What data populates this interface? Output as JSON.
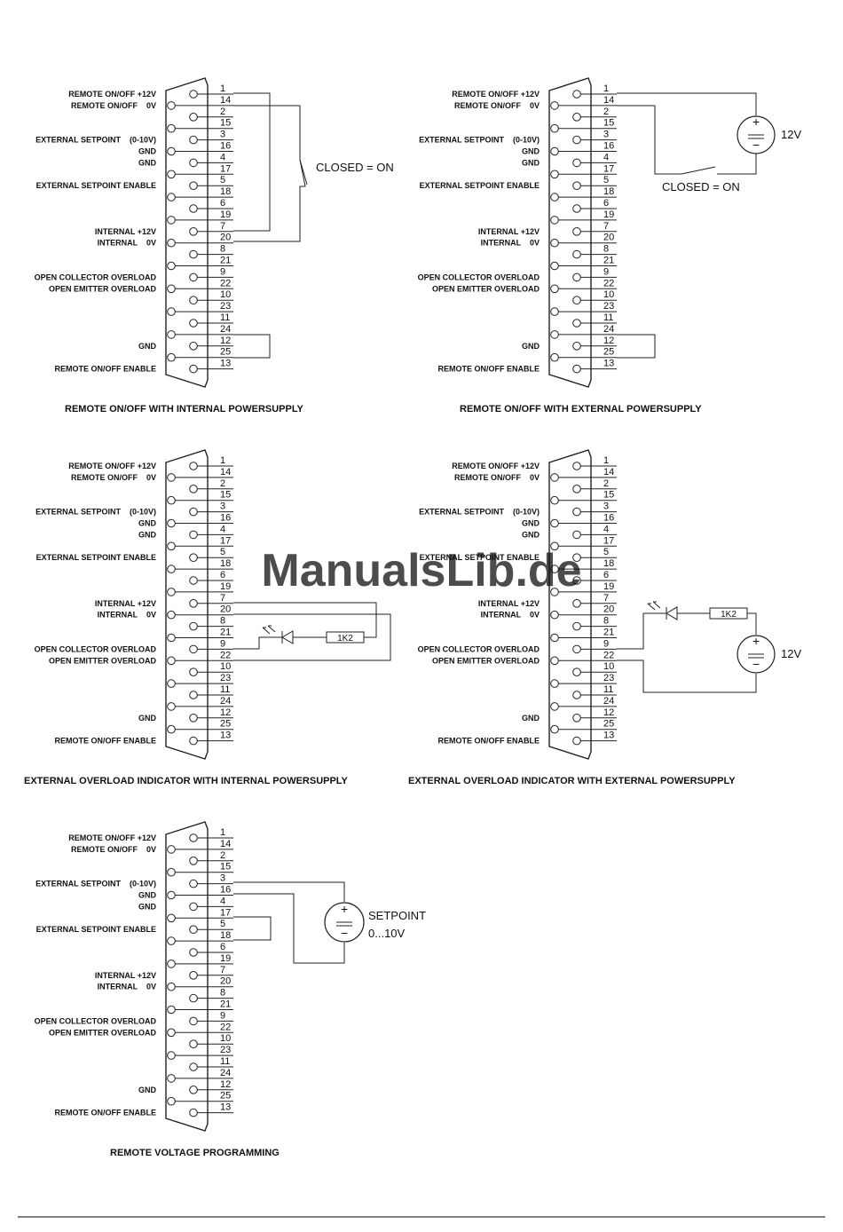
{
  "pin_labels": [
    {
      "text": "REMOTE ON/OFF +12V",
      "row": 1
    },
    {
      "text": "REMOTE ON/OFF    0V",
      "row": 14
    },
    {
      "text": "EXTERNAL SETPOINT    (0-10V)",
      "row": 3
    },
    {
      "text": "GND",
      "row": 16
    },
    {
      "text": "GND",
      "row": 4
    },
    {
      "text": "EXTERNAL SETPOINT ENABLE",
      "row": 5
    },
    {
      "text": "INTERNAL +12V",
      "row": 7
    },
    {
      "text": "INTERNAL    0V",
      "row": 20
    },
    {
      "text": "OPEN COLLECTOR OVERLOAD",
      "row": 9
    },
    {
      "text": "OPEN EMITTER OVERLOAD",
      "row": 22
    },
    {
      "text": "GND",
      "row": 12
    },
    {
      "text": "REMOTE ON/OFF ENABLE",
      "row": 13
    }
  ],
  "pin_numbers": [
    "1",
    "14",
    "2",
    "15",
    "3",
    "16",
    "4",
    "17",
    "5",
    "18",
    "6",
    "19",
    "7",
    "20",
    "8",
    "21",
    "9",
    "22",
    "10",
    "23",
    "11",
    "24",
    "12",
    "25",
    "13"
  ],
  "diagrams": [
    {
      "id": "d1",
      "caption": "REMOTE ON/OFF WITH INTERNAL POWERSUPPLY",
      "note": "CLOSED = ON"
    },
    {
      "id": "d2",
      "caption": "REMOTE ON/OFF WITH EXTERNAL POWERSUPPLY",
      "note": "CLOSED = ON",
      "source": "12V"
    },
    {
      "id": "d3",
      "caption": "EXTERNAL OVERLOAD INDICATOR WITH INTERNAL POWERSUPPLY",
      "resistor": "1K2"
    },
    {
      "id": "d4",
      "caption": "EXTERNAL OVERLOAD INDICATOR WITH EXTERNAL POWERSUPPLY",
      "resistor": "1K2",
      "source": "12V"
    },
    {
      "id": "d5",
      "caption": "REMOTE VOLTAGE PROGRAMMING",
      "source_line1": "SETPOINT",
      "source_line2": "0...10V"
    }
  ],
  "watermark": "ManualsLib.de"
}
